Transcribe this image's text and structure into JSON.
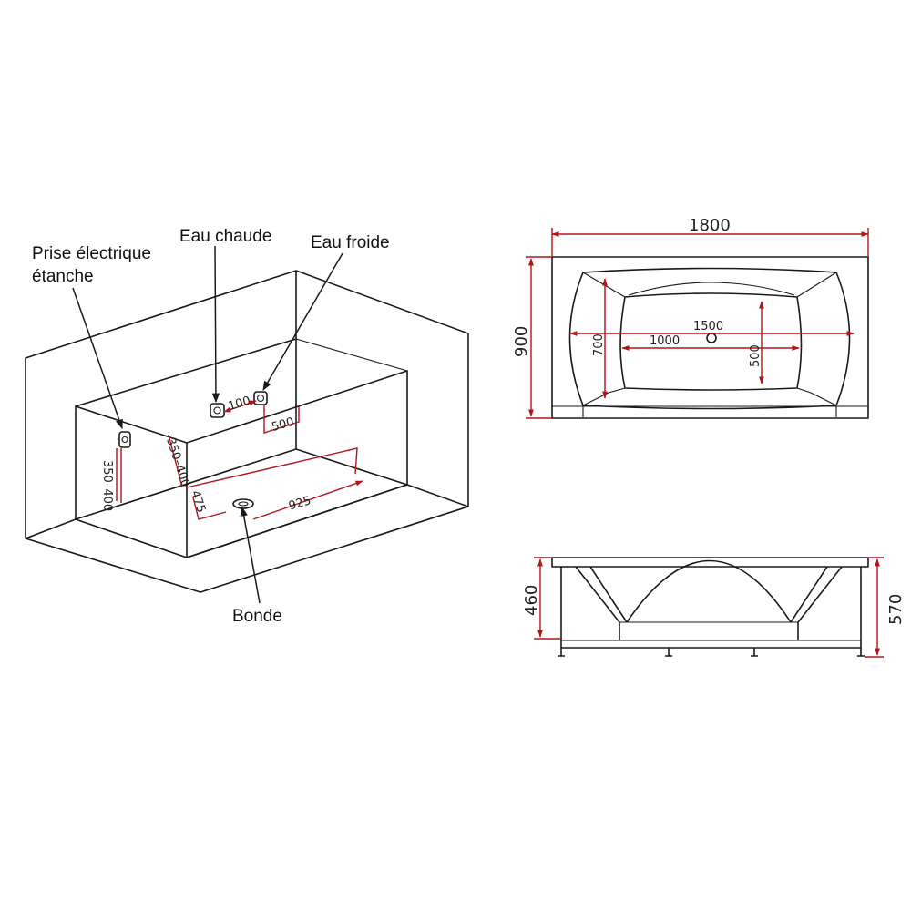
{
  "labels": {
    "socket": "Prise électrique",
    "socket_2": "étanche",
    "hot_water": "Eau chaude",
    "cold_water": "Eau froide",
    "drain": "Bonde"
  },
  "iso_dims": {
    "pipe_spacing": "100",
    "pipe_offset": "500",
    "socket_height": "350–400",
    "pipe_height": "350–400",
    "drain_from_wall": "475",
    "drain_from_side": "925"
  },
  "top_view": {
    "length": "1800",
    "width": "900",
    "inner_length": "1500",
    "floor_length": "1000",
    "inner_width": "700",
    "floor_width": "500"
  },
  "side_view": {
    "rim_height": "460",
    "total_height": "570"
  },
  "colors": {
    "dimension": "#b0151b",
    "line": "#1a1a1a"
  }
}
